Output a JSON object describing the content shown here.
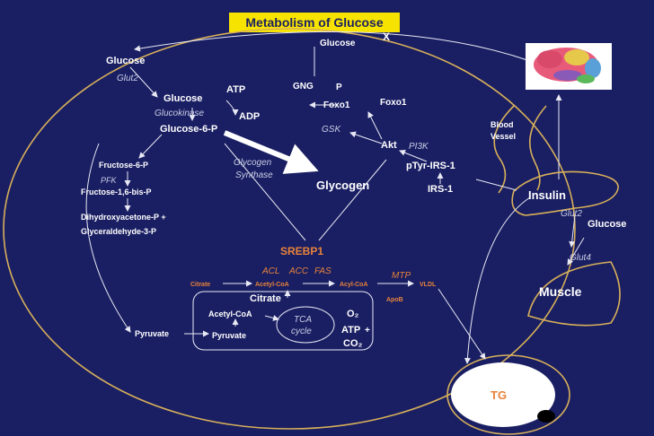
{
  "title": "Metabolism of Glucose",
  "colors": {
    "background": "#1a1f63",
    "title_bg": "#f6e300",
    "orange": "#e8823a",
    "cell_outline": "#d8b05a"
  },
  "top": {
    "glucose": "Glucose",
    "x_mark": "X",
    "gng": "GNG",
    "p": "P",
    "foxo1_p": "Foxo1",
    "foxo1": "Foxo1"
  },
  "left": {
    "glucose_out": "Glucose",
    "glut2": "Glut2",
    "glucose_in": "Glucose",
    "atp": "ATP",
    "glucokinase": "Glucokinase",
    "adp": "ADP",
    "g6p": "Glucose-6-P",
    "f6p": "Fructose-6-P",
    "pfk": "PFK",
    "f16bp": "Fructose-1,6-bis-P",
    "dhap": "Dihydroxyacetone-P +",
    "g3p": "Glyceraldehyde-3-P"
  },
  "center": {
    "gsk": "GSK",
    "glycogen_synthase_1": "Glycogen",
    "glycogen_synthase_2": "Synthase",
    "glycogen": "Glycogen",
    "akt": "Akt",
    "pi3k": "PI3K",
    "ptyr_irs1": "pTyr-IRS-1",
    "irs1": "IRS-1"
  },
  "lipid": {
    "srebp1": "SREBP1",
    "acl": "ACL",
    "acc": "ACC",
    "fas": "FAS",
    "citrate": "Citrate",
    "acetyl_coa": "Acetyl-CoA",
    "acyl_coa": "Acyl-CoA",
    "mtp": "MTP",
    "vldl": "VLDL",
    "apob": "ApoB"
  },
  "mito": {
    "citrate": "Citrate",
    "acetyl_coa": "Acetyl-CoA",
    "tca_1": "TCA",
    "tca_2": "cycle",
    "o2": "O₂",
    "atp": "ATP",
    "co2": "CO₂",
    "pyruvate_cyto": "Pyruvate",
    "pyruvate_mito": "Pyruvate",
    "plus": "+"
  },
  "right": {
    "blood_1": "Blood",
    "blood_2": "Vessel",
    "insulin": "Insulin",
    "glut2": "Glut2",
    "glucose": "Glucose",
    "glut4": "Glut4",
    "muscle": "Muscle",
    "tg": "TG"
  }
}
